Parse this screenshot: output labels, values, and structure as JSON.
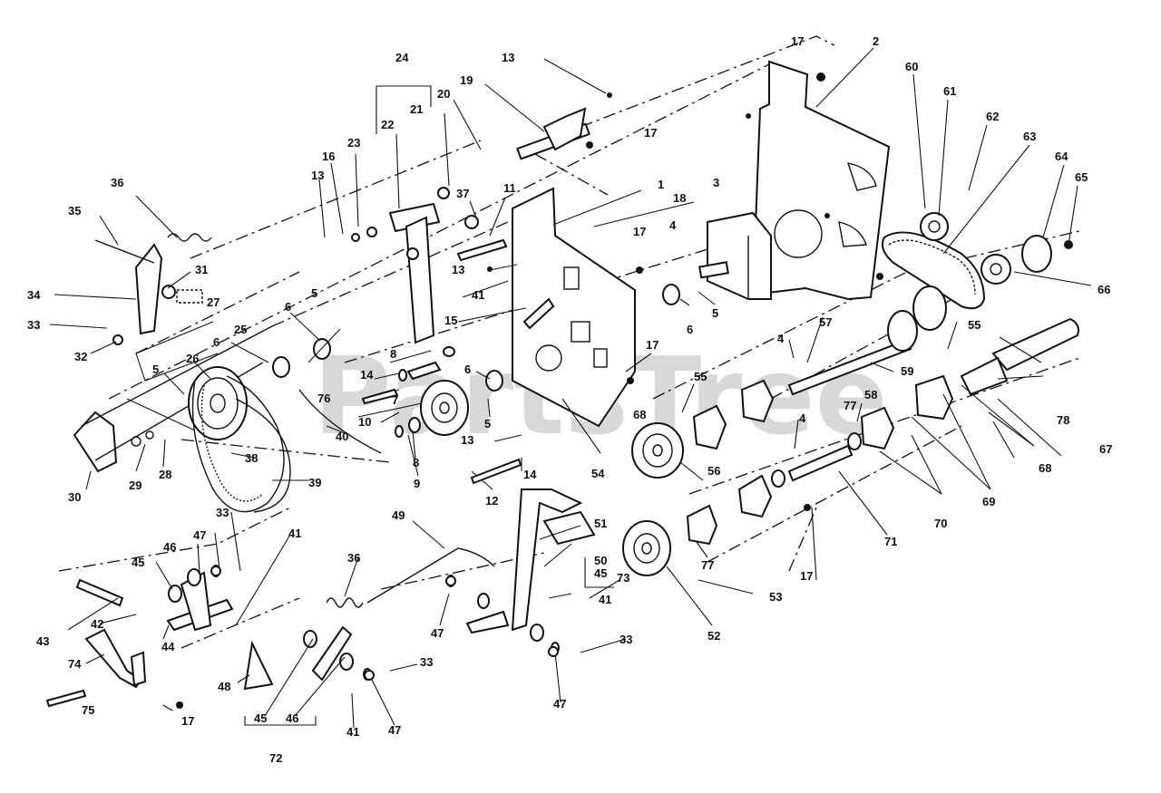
{
  "watermark": "PartsTree",
  "trademark": "TM",
  "callouts": {
    "c1": "1",
    "c2": "2",
    "c3": "3",
    "c4a": "4",
    "c4b": "4",
    "c4c": "4",
    "c5a": "5",
    "c5b": "5",
    "c5c": "5",
    "c5d": "5",
    "c6a": "6",
    "c6b": "6",
    "c6c": "6",
    "c6d": "6",
    "c7": "7",
    "c8a": "8",
    "c8b": "8",
    "c9": "9",
    "c10": "10",
    "c11": "11",
    "c12": "12",
    "c13a": "13",
    "c13b": "13",
    "c13c": "13",
    "c13d": "13",
    "c14a": "14",
    "c14b": "14",
    "c15": "15",
    "c16": "16",
    "c17a": "17",
    "c17b": "17",
    "c17c": "17",
    "c17d": "17",
    "c17e": "17",
    "c17f": "17",
    "c18": "18",
    "c19": "19",
    "c20": "20",
    "c21": "21",
    "c22": "22",
    "c23": "23",
    "c24": "24",
    "c25": "25",
    "c26": "26",
    "c27": "27",
    "c28": "28",
    "c29": "29",
    "c30": "30",
    "c31": "31",
    "c32": "32",
    "c33a": "33",
    "c33b": "33",
    "c33c": "33",
    "c33d": "33",
    "c34": "34",
    "c35": "35",
    "c36a": "36",
    "c36b": "36",
    "c37": "37",
    "c38": "38",
    "c39": "39",
    "c40": "40",
    "c41a": "41",
    "c41b": "41",
    "c41c": "41",
    "c41d": "41",
    "c42": "42",
    "c43": "43",
    "c44": "44",
    "c45a": "45",
    "c45b": "45",
    "c45c": "45",
    "c46a": "46",
    "c46b": "46",
    "c47a": "47",
    "c47b": "47",
    "c47c": "47",
    "c47d": "47",
    "c48": "48",
    "c49": "49",
    "c50": "50",
    "c51": "51",
    "c52": "52",
    "c53": "53",
    "c54": "54",
    "c55a": "55",
    "c55b": "55",
    "c56": "56",
    "c57": "57",
    "c58": "58",
    "c59": "59",
    "c60": "60",
    "c61": "61",
    "c62": "62",
    "c63": "63",
    "c64": "64",
    "c65": "65",
    "c66": "66",
    "c67": "67",
    "c68a": "68",
    "c68b": "68",
    "c69": "69",
    "c70": "70",
    "c71": "71",
    "c72": "72",
    "c73": "73",
    "c74": "74",
    "c75": "75",
    "c76": "76",
    "c77a": "77",
    "c77b": "77",
    "c78": "78"
  }
}
